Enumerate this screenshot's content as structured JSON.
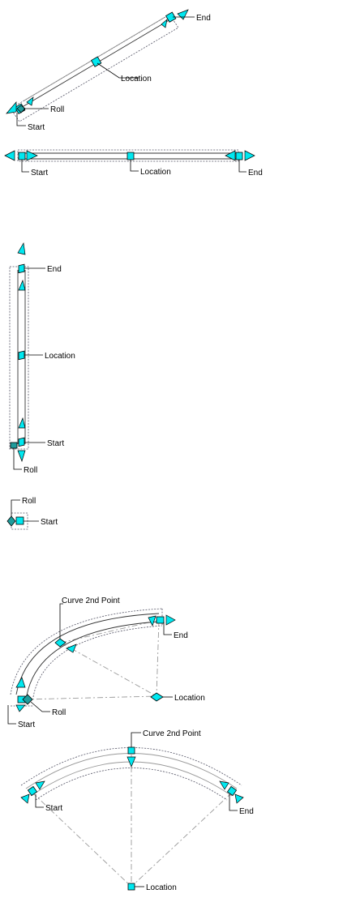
{
  "labels": {
    "start": "Start",
    "end": "End",
    "location": "Location",
    "roll": "Roll",
    "curve_2nd_point": "Curve 2nd Point"
  },
  "colors": {
    "grip": "#00e8f0",
    "grip_roll": "#1f9c9c"
  }
}
